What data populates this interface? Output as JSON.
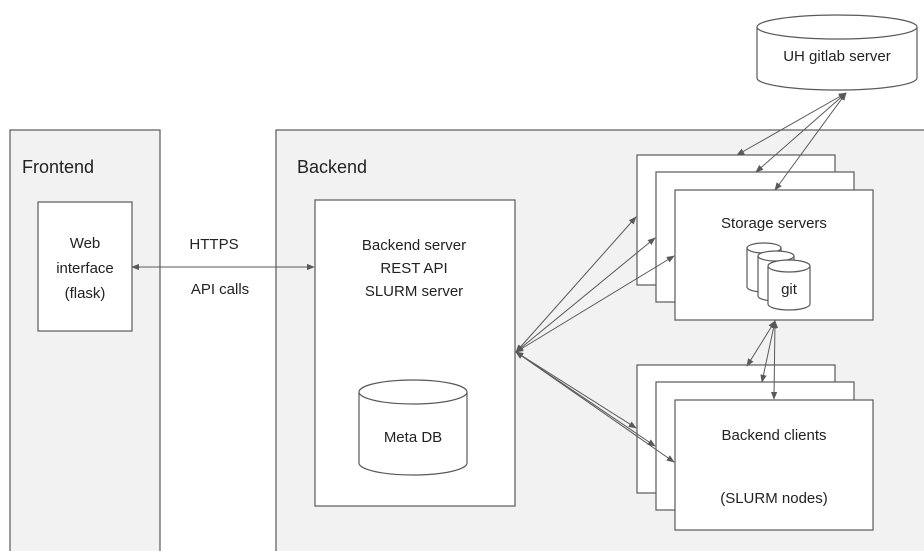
{
  "frontend": {
    "title": "Frontend",
    "web_interface": [
      "Web",
      "interface",
      "(flask)"
    ]
  },
  "link": {
    "top_label": "HTTPS",
    "bottom_label": "API calls"
  },
  "backend": {
    "title": "Backend",
    "server_lines": [
      "Backend server",
      "REST API",
      "SLURM server"
    ],
    "meta_db": "Meta DB"
  },
  "storage": {
    "label": "Storage servers",
    "git": "git"
  },
  "clients": {
    "label": "Backend clients",
    "sublabel": "(SLURM nodes)"
  },
  "gitlab": {
    "label": "UH gitlab server"
  },
  "colors": {
    "panel_fill": "#f2f2f2",
    "stroke": "#595959",
    "box_fill": "#ffffff"
  }
}
